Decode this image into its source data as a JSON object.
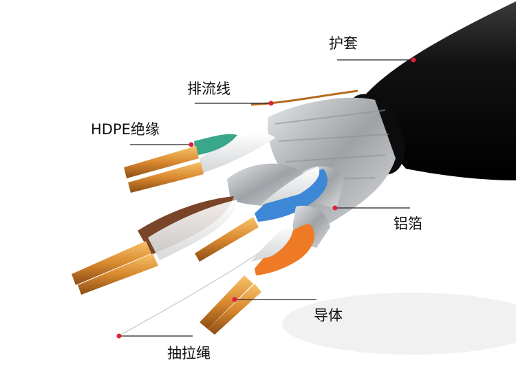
{
  "diagram": {
    "labels": {
      "jacket": "护套",
      "drain_wire": "排流线",
      "hdpe_insulation": "HDPE绝缘",
      "aluminum_foil": "铝箔",
      "conductor": "导体",
      "rip_cord": "抽拉绳"
    },
    "colors": {
      "jacket": "#1a1a1a",
      "copper": "#d9892f",
      "foil": "#b9bcc0",
      "pair_green": "#3aa68a",
      "pair_brown": "#7a4428",
      "pair_blue": "#3d88d6",
      "pair_orange": "#ee7a25",
      "marker": "#e0203a"
    }
  }
}
